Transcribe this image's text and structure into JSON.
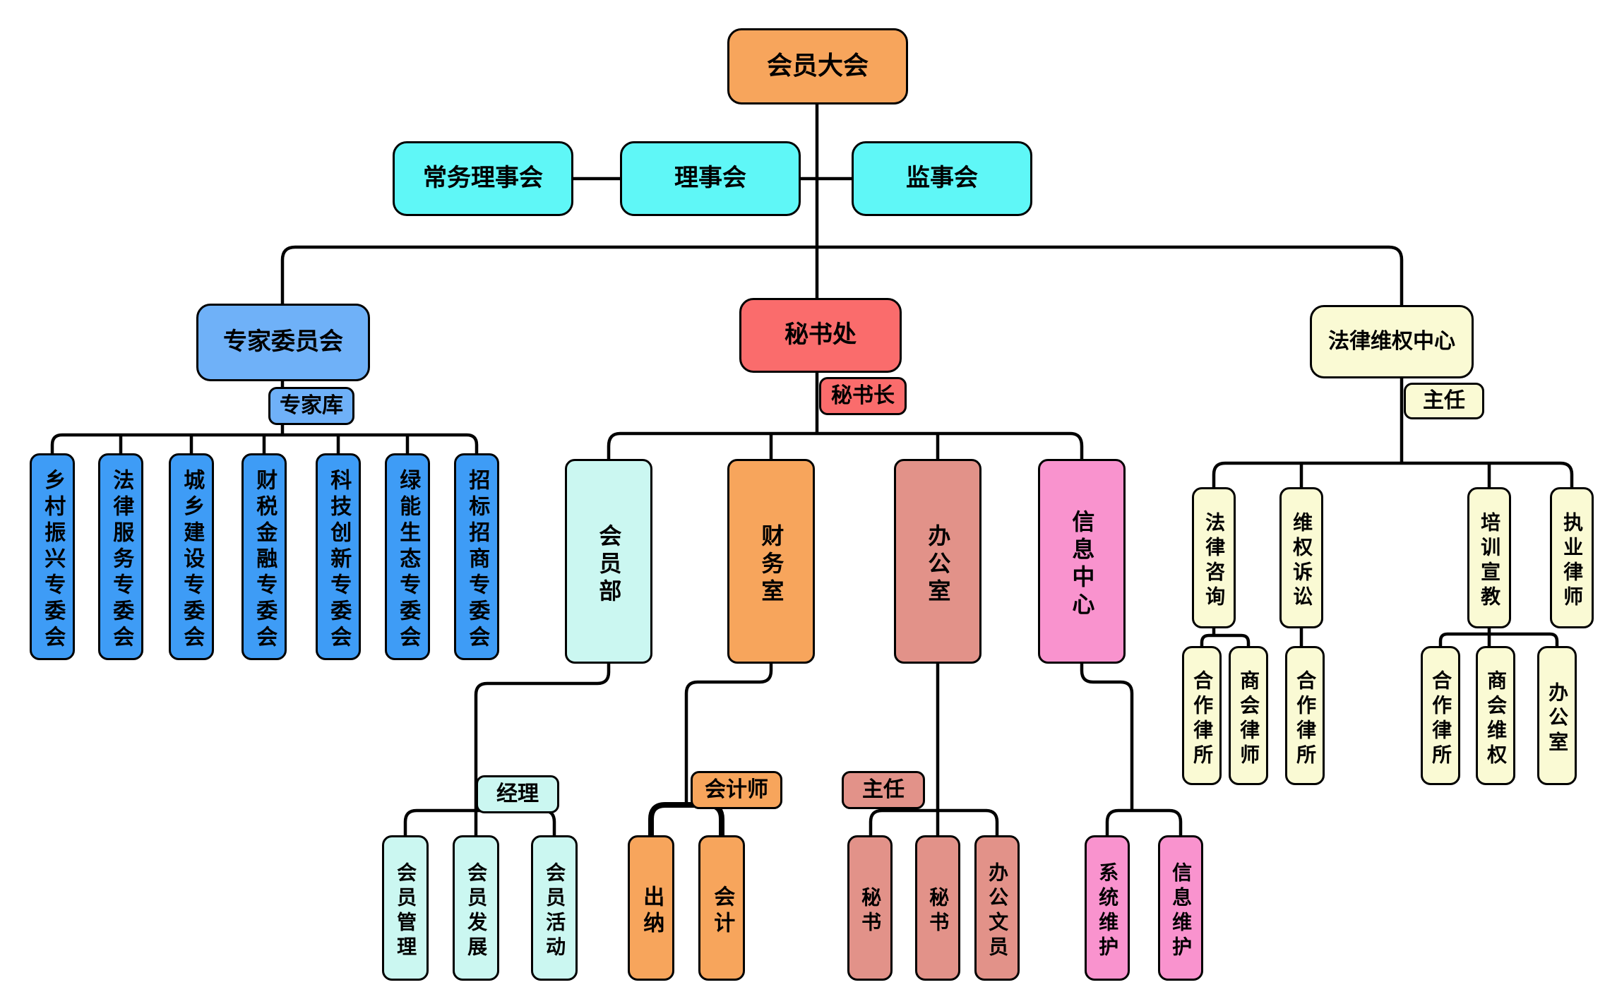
{
  "colors": {
    "orange": "#F7A55C",
    "cyan": "#5FF7F7",
    "blue_parent": "#6FB1F8",
    "blue_committee": "#3E9CF6",
    "red": "#FA6C6C",
    "light_cyan": "#CBF7F1",
    "salmon": "#E29289",
    "pink": "#F993CE",
    "light_yellow": "#FAFAD4",
    "line": "#000000"
  },
  "assembly": {
    "label": "会员大会"
  },
  "councils": [
    {
      "label": "常务理事会"
    },
    {
      "label": "理事会"
    },
    {
      "label": "监事会"
    }
  ],
  "expert": {
    "label": "专家委员会",
    "tag": "专家库",
    "committees": [
      "乡村振兴专委会",
      "法律服务专委会",
      "城乡建设专委会",
      "财税金融专委会",
      "科技创新专委会",
      "绿能生态专委会",
      "招标招商专委会"
    ]
  },
  "secretariat": {
    "label": "秘书处",
    "tag": "秘书长",
    "departments": [
      {
        "label": "会员部",
        "tag": "经理",
        "children": [
          "会员管理",
          "会员发展",
          "会员活动"
        ]
      },
      {
        "label": "财务室",
        "tag": "会计师",
        "children": [
          "出纳",
          "会计"
        ]
      },
      {
        "label": "办公室",
        "tag": "主任",
        "children": [
          "秘书",
          "秘书",
          "办公文员"
        ]
      },
      {
        "label": "信息中心",
        "children": [
          "系统维护",
          "信息维护"
        ]
      }
    ]
  },
  "legal": {
    "label": "法律维权中心",
    "tag": "主任",
    "sections": [
      {
        "label": "法律咨询",
        "children": [
          "合作律所",
          "商会律师"
        ]
      },
      {
        "label": "维权诉讼",
        "children": [
          "合作律所"
        ]
      },
      {
        "label": "培训宣教",
        "children": [
          "合作律所",
          "商会维权",
          "办公室"
        ]
      },
      {
        "label": "执业律师",
        "children": []
      }
    ]
  }
}
